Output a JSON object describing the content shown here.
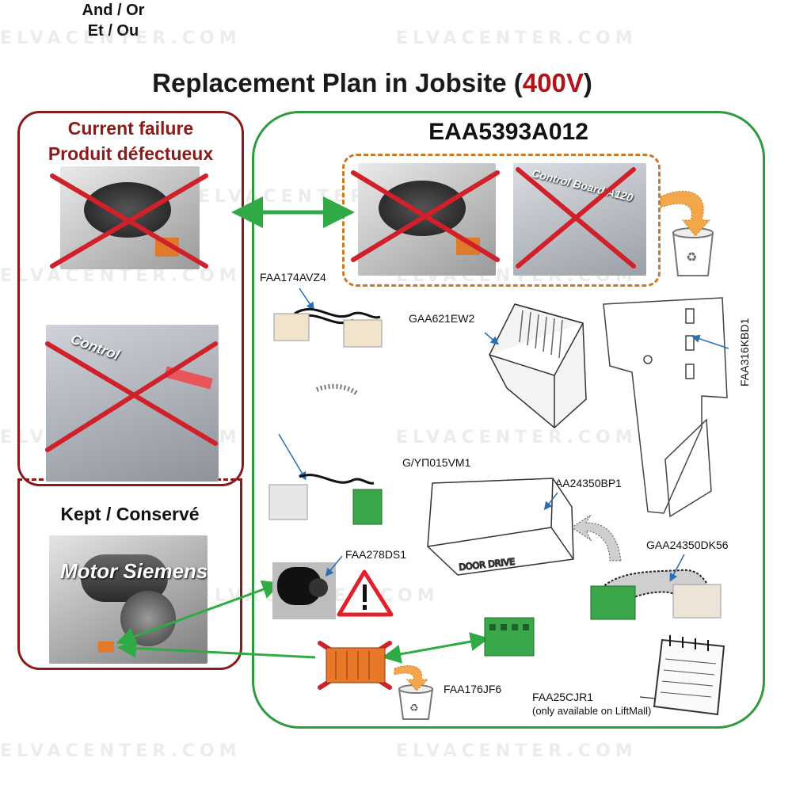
{
  "watermark": "ELVACENTER.COM",
  "title": {
    "main": "Replacement Plan in Jobsite (",
    "voltage": "400V",
    "close": ")"
  },
  "failure": {
    "title_line1": "Current failure",
    "title_line2": "Produit défectueux",
    "and_or_en": "And / Or",
    "and_or_fr": "Et / Ou",
    "photo_control": "Control"
  },
  "kept": {
    "title": "Kept / Conservé",
    "motor_label": "Motor Siemens"
  },
  "kit": {
    "title": "EAA5393A012",
    "board_text": "Control Board A120",
    "parts": {
      "faa174avz4": "FAA174AVZ4",
      "gaa621ew2": "GAA621EW2",
      "faa316kbd1": "FAA316KBD1",
      "gaa24350bp1": "GAA24350BP1",
      "gaa24350dk56": "GAA24350DK56",
      "faa278ds1": "FAA278DS1",
      "faa176jf6": "FAA176JF6",
      "faa25cjr1": "FAA25CJR1",
      "liftmall_note": "(only available on LiftMall)",
      "overlap_label": "G/ΥΠ015VM1"
    },
    "drive_text": "DOOR DRIVE"
  },
  "colors": {
    "failure_border": "#8b1a1a",
    "kit_border": "#2f9a3d",
    "replaced_border": "#c87a2a",
    "cross": "#d0202a",
    "arrow_green": "#2faa44",
    "recycle_arrow": "#e8902a",
    "voltage": "#b0141b"
  },
  "icons": [
    "recycle-bin-icon",
    "warning-triangle-icon",
    "curved-arrow-icon",
    "notepad-icon"
  ]
}
